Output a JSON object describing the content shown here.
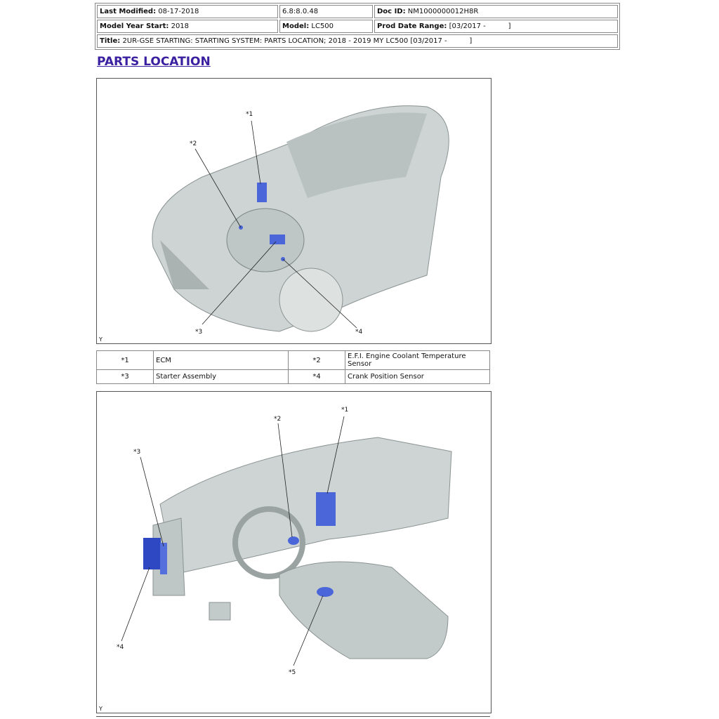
{
  "header": {
    "last_modified_label": "Last Modified:",
    "last_modified": "08-17-2018",
    "version": "6.8:8.0.48",
    "doc_id_label": "Doc ID:",
    "doc_id": "NM1000000012H8R",
    "model_year_label": "Model Year Start:",
    "model_year": "2018",
    "model_label": "Model:",
    "model": "LC500",
    "prod_date_label": "Prod Date Range:",
    "prod_date": "[03/2017 -          ]",
    "title_label": "Title:",
    "title": "2UR-GSE STARTING: STARTING SYSTEM: PARTS LOCATION; 2018 - 2019 MY LC500 [03/2017 -          ]"
  },
  "section_title": "PARTS LOCATION",
  "figure1": {
    "callouts": [
      "*1",
      "*2",
      "*3",
      "*4"
    ],
    "corner": "Y"
  },
  "parts": [
    {
      "num": "*1",
      "name": "ECM"
    },
    {
      "num": "*2",
      "name": "E.F.I. Engine Coolant Temperature Sensor"
    },
    {
      "num": "*3",
      "name": "Starter Assembly"
    },
    {
      "num": "*4",
      "name": "Crank Position Sensor"
    }
  ],
  "figure2": {
    "callouts": [
      "*1",
      "*2",
      "*3",
      "*4",
      "*5"
    ],
    "corner": "Y"
  },
  "colors": {
    "highlight": "#4a66d8",
    "body": "#c9d0cf",
    "heading": "#3a1fa0"
  }
}
